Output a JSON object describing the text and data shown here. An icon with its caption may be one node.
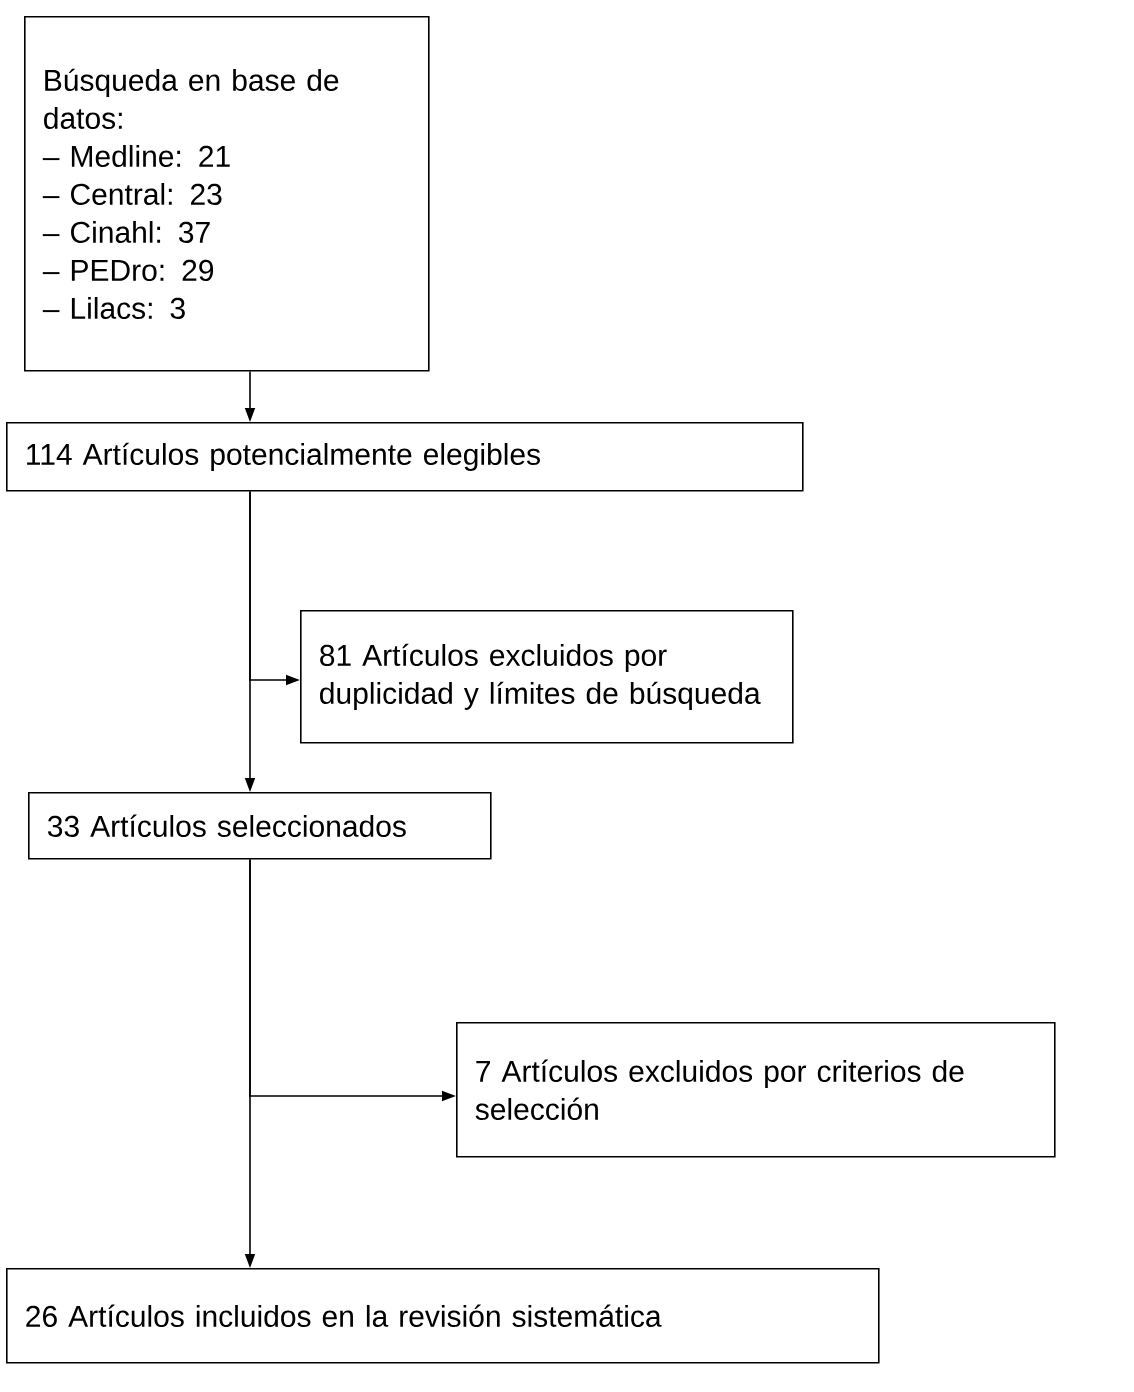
{
  "diagram": {
    "nodes": [
      {
        "text": [
          "Búsqueda en base de datos:",
          "– Medline: 21",
          "– Central: 23",
          "– Cinahl: 37",
          "– PEDro: 29",
          "– Lilacs: 3"
        ]
      },
      {
        "text": [
          "114 Artículos potencialmente elegibles"
        ]
      },
      {
        "text": [
          "81 Artículos excluidos por duplicidad y límites de búsqueda"
        ]
      },
      {
        "text": [
          "33 Artículos seleccionados"
        ]
      },
      {
        "text": [
          "7 Artículos excluidos por criterios de selección"
        ]
      },
      {
        "text": [
          "26 Artículos incluidos en la revisión sistemática"
        ]
      }
    ],
    "edges": [
      {
        "from": 0,
        "to": 1,
        "arrow": "to"
      },
      {
        "from": 1,
        "to": 2,
        "arrow": "to"
      },
      {
        "from": 1,
        "to": 3,
        "arrow": "to"
      },
      {
        "from": 3,
        "to": 4,
        "arrow": "to"
      },
      {
        "from": 3,
        "to": 5,
        "arrow": "to"
      }
    ]
  }
}
